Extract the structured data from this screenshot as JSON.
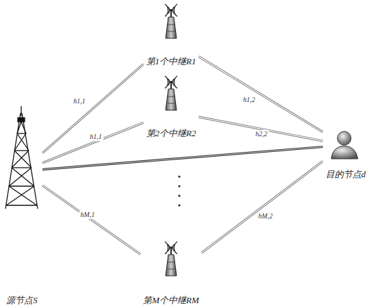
{
  "diagram": {
    "nodes": [
      {
        "text": [
          "源节点S"
        ]
      },
      {
        "text": [
          "第1个中继R1"
        ]
      },
      {
        "text": [
          "第2个中继R2"
        ]
      },
      {
        "text": [
          "第M个中继RM"
        ]
      },
      {
        "text": [
          "目的节点d"
        ]
      }
    ],
    "edges": [
      {
        "from": 0,
        "to": 1,
        "arrow": "none",
        "label": "h1,1"
      },
      {
        "from": 1,
        "to": 4,
        "arrow": "none",
        "label": "h1,2"
      },
      {
        "from": 0,
        "to": 2,
        "arrow": "none",
        "label": "h1,1"
      },
      {
        "from": 2,
        "to": 4,
        "arrow": "none",
        "label": "h2,2"
      },
      {
        "from": 0,
        "to": 4,
        "arrow": "none"
      },
      {
        "from": 0,
        "to": 3,
        "arrow": "none",
        "label": "hM,1"
      },
      {
        "from": 3,
        "to": 4,
        "arrow": "none",
        "label": "hM,2"
      }
    ]
  }
}
